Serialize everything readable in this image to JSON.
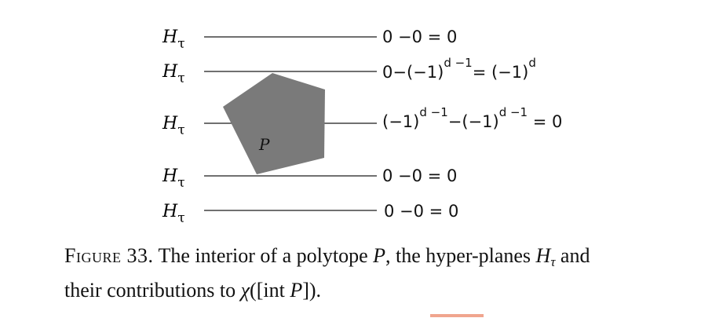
{
  "hyperplane_label": {
    "main": "H",
    "sub": "τ"
  },
  "rows": [
    {
      "eq": [
        {
          "t": "0 −0 = 0"
        }
      ]
    },
    {
      "eq": [
        {
          "t": "0−(−1)"
        },
        {
          "t": "d −1",
          "sup": true
        },
        {
          "t": "= (−1)"
        },
        {
          "t": "d",
          "sup": true
        }
      ]
    },
    {
      "eq": [
        {
          "t": "(−1)"
        },
        {
          "t": "d −1",
          "sup": true
        },
        {
          "t": "−(−1)"
        },
        {
          "t": "d −1",
          "sup": true
        },
        {
          "t": " = 0"
        }
      ]
    },
    {
      "eq": [
        {
          "t": "0 −0 = 0"
        }
      ]
    },
    {
      "eq": [
        {
          "t": "0 −0 = 0"
        }
      ]
    }
  ],
  "polytope": {
    "label": "P",
    "color": "#7a7a7a"
  },
  "caption": {
    "label": "Figure 33.",
    "text_1": " The interior of a polytope ",
    "p": "P",
    "text_2": ", the hyper-planes ",
    "h": "H",
    "tau": "τ",
    "text_3": " and their contributions to ",
    "chi": "χ",
    "text_4": "([int ",
    "p2": "P",
    "text_5": "])."
  },
  "colors": {
    "line": "#1a1a1a",
    "text": "#111111",
    "accent": "#f0a58e"
  }
}
